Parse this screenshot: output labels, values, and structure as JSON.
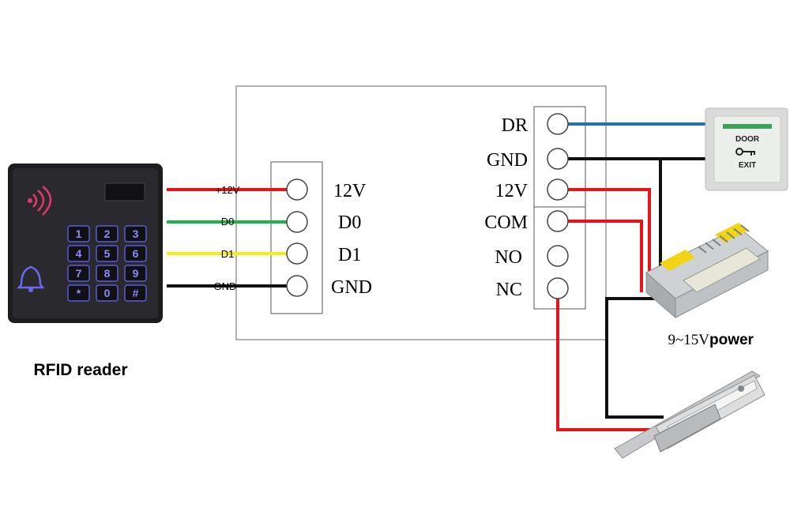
{
  "reader": {
    "label": "RFID reader",
    "keys": [
      "1",
      "2",
      "3",
      "4",
      "5",
      "6",
      "7",
      "8",
      "9",
      "*",
      "0",
      "#"
    ]
  },
  "reader_wires": [
    "+12V",
    "D0",
    "D1",
    "GND"
  ],
  "controller": {
    "left_terminals": [
      "12V",
      "D0",
      "D1",
      "GND"
    ],
    "right_terminals": [
      "DR",
      "GND",
      "12V",
      "COM",
      "NO",
      "NC"
    ]
  },
  "exit_button": {
    "line1": "DOOR",
    "line2": "EXIT"
  },
  "power_supply": {
    "label_prefix": "9~15V",
    "label_suffix": " power"
  },
  "colors": {
    "red": "#e8141b",
    "green": "#1db34a",
    "yellow": "#f5ef17",
    "black": "#111111",
    "blue": "#1f6fc7",
    "box_border": "#555555"
  }
}
